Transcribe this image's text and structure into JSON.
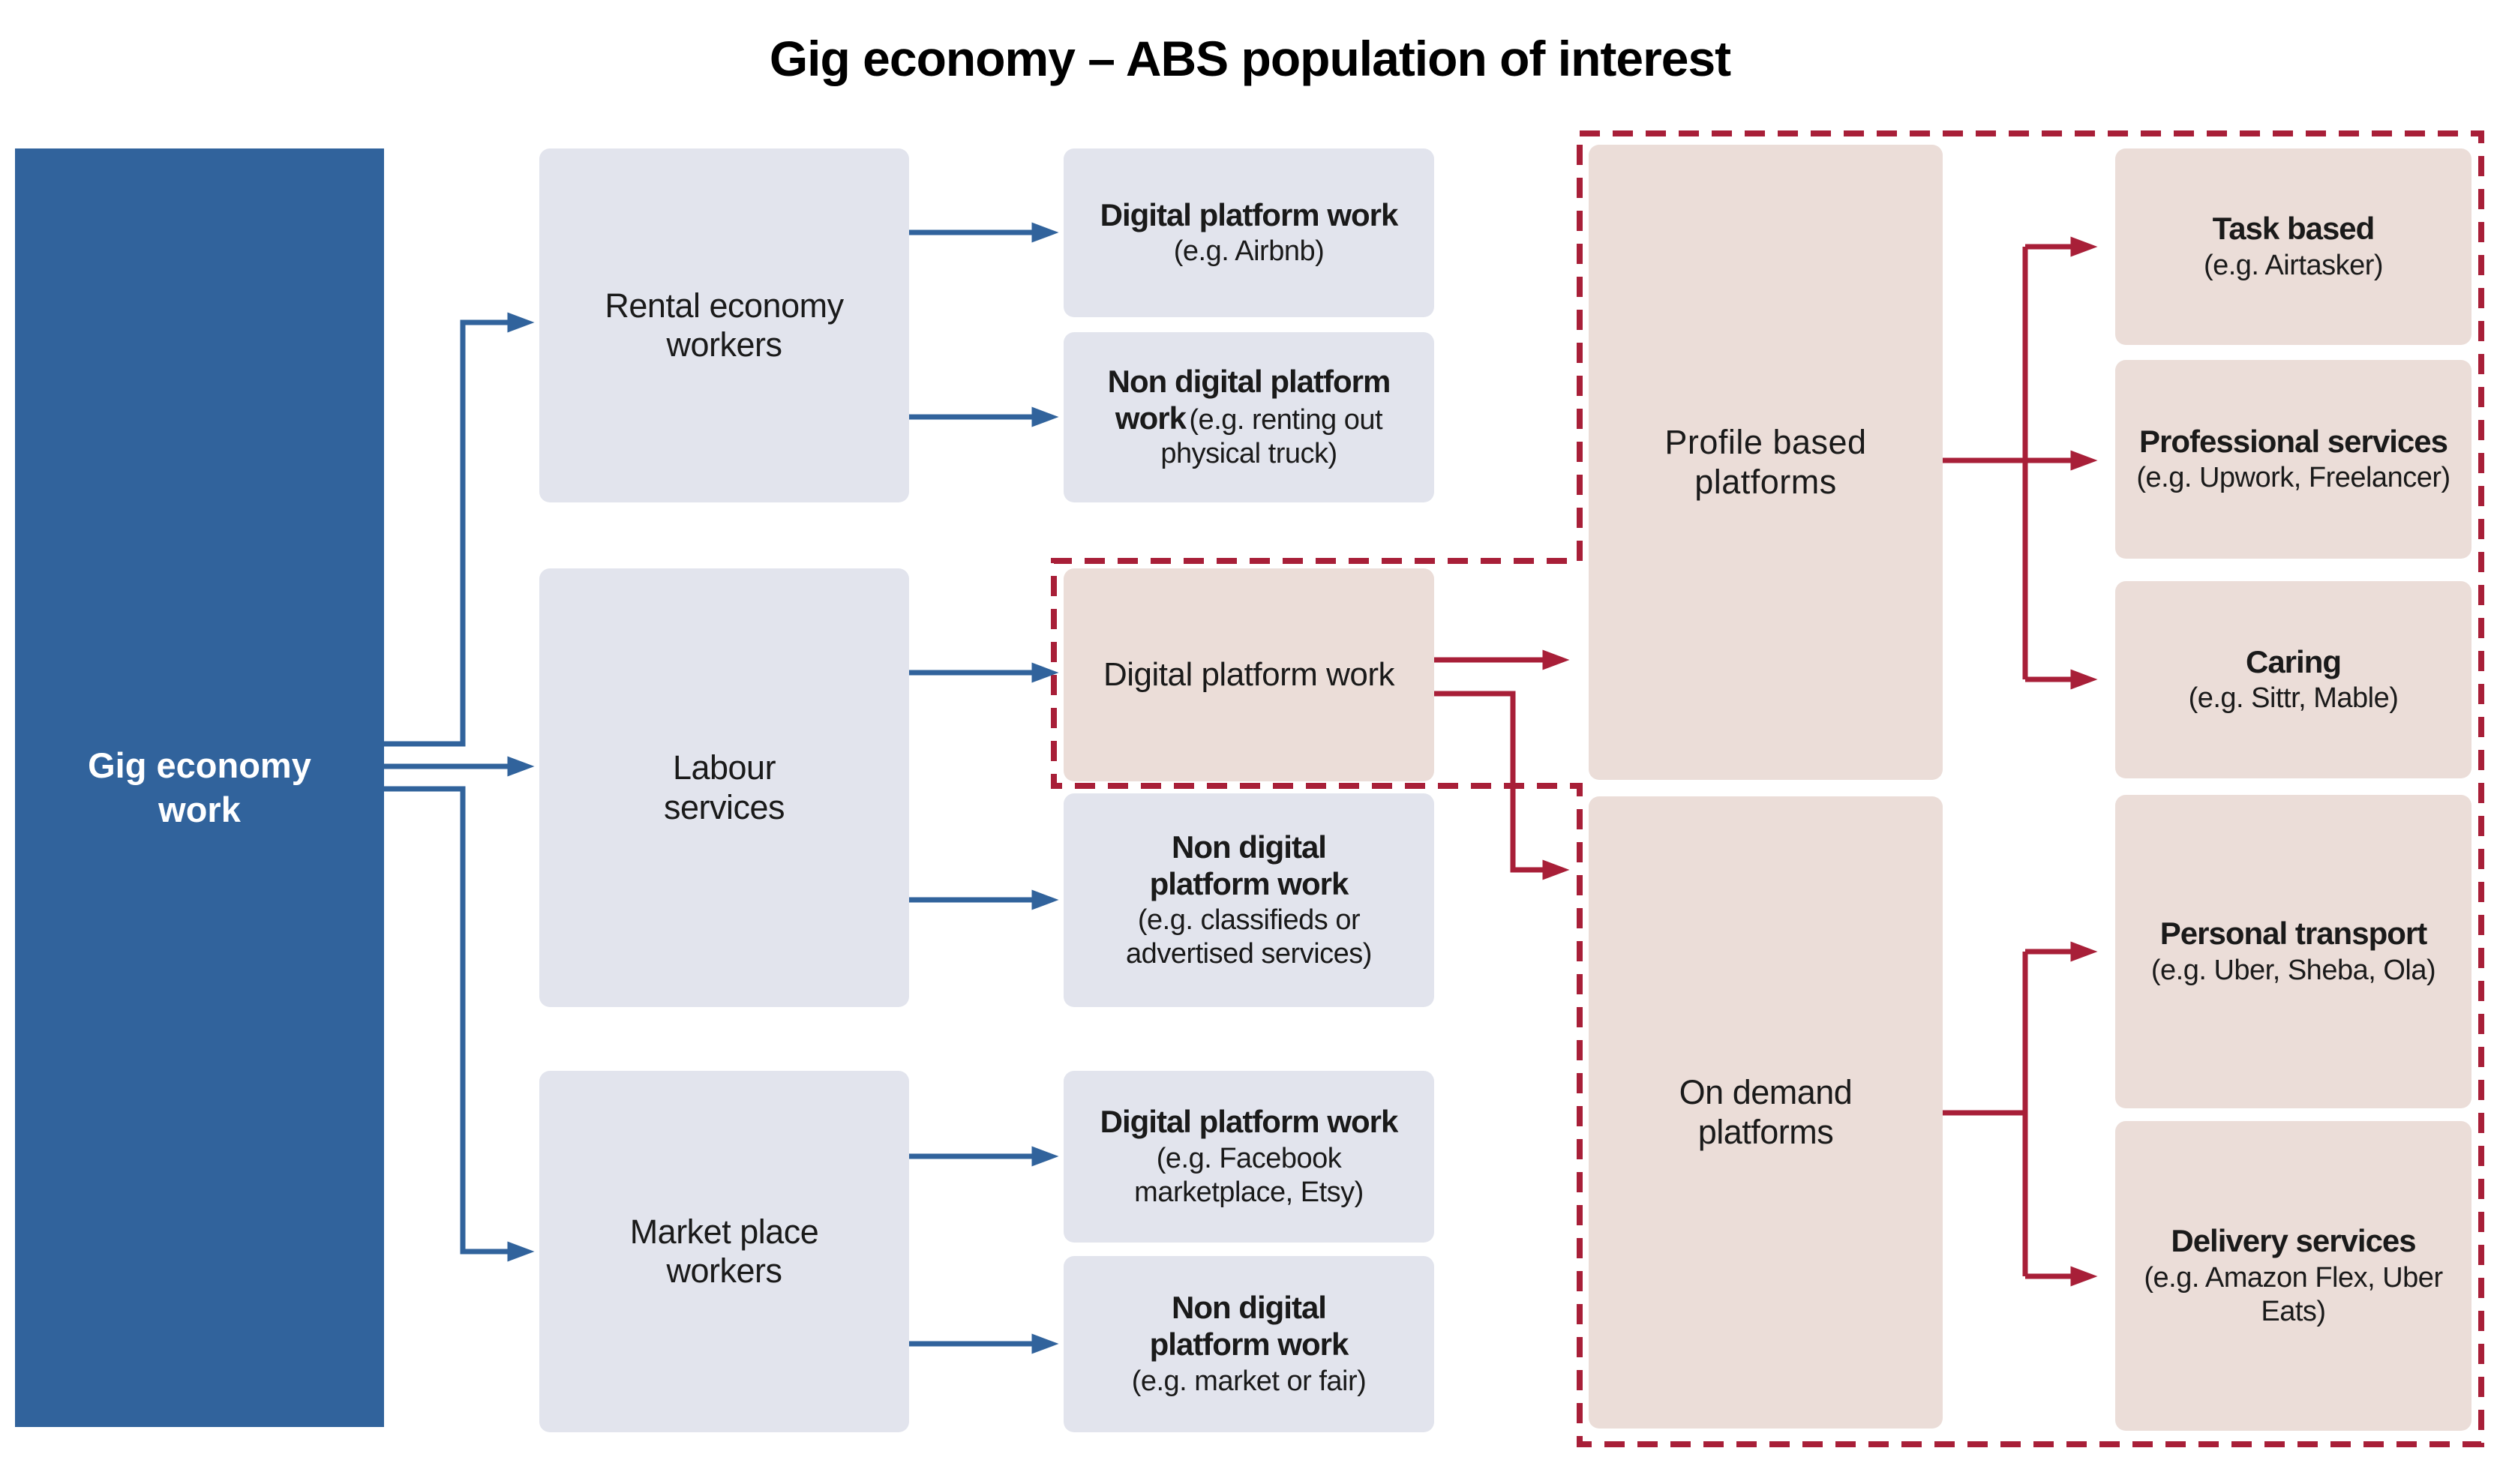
{
  "title": "Gig economy – ABS population of interest",
  "colors": {
    "blue": "#31639C",
    "crimson": "#A81F38",
    "gray-box": "#E2E4ED",
    "pink-box": "#EBDDD8",
    "text": "#1A1A1A",
    "white": "#FFFFFF"
  },
  "root": {
    "label": "Gig economy work"
  },
  "worker_groups": [
    {
      "id": "rental",
      "label": "Rental economy workers"
    },
    {
      "id": "labour",
      "label": "Labour services"
    },
    {
      "id": "market",
      "label": "Market place workers"
    }
  ],
  "work_types": [
    {
      "id": "rental-digital",
      "label": "Digital platform work",
      "example": "(e.g. Airbnb)",
      "highlighted": false
    },
    {
      "id": "rental-non-digital",
      "label": "Non digital platform work",
      "example": "(e.g. renting out physical truck)",
      "highlighted": false
    },
    {
      "id": "labour-digital",
      "label": "Digital platform work",
      "example": "",
      "highlighted": true
    },
    {
      "id": "labour-non-digital",
      "label": "Non digital platform work",
      "example": "(e.g. classifieds or advertised services)",
      "highlighted": false
    },
    {
      "id": "market-digital",
      "label": "Digital platform work",
      "example": "(e.g. Facebook marketplace, Etsy)",
      "highlighted": false
    },
    {
      "id": "market-non-digital",
      "label": "Non digital platform work",
      "example": "(e.g. market or fair)",
      "highlighted": false
    }
  ],
  "platform_types": [
    {
      "id": "profile-based",
      "label": "Profile based platforms"
    },
    {
      "id": "on-demand",
      "label": "On demand platforms"
    }
  ],
  "platform_categories": [
    {
      "id": "task-based",
      "label": "Task based",
      "example": "(e.g. Airtasker)"
    },
    {
      "id": "professional-services",
      "label": "Professional services",
      "example": "(e.g. Upwork, Freelancer)"
    },
    {
      "id": "caring",
      "label": "Caring",
      "example": "(e.g. Sittr, Mable)"
    },
    {
      "id": "personal-transport",
      "label": "Personal transport",
      "example": "(e.g. Uber, Sheba, Ola)"
    },
    {
      "id": "delivery-services",
      "label": "Delivery services",
      "example": "(e.g. Amazon Flex, Uber Eats)"
    }
  ]
}
